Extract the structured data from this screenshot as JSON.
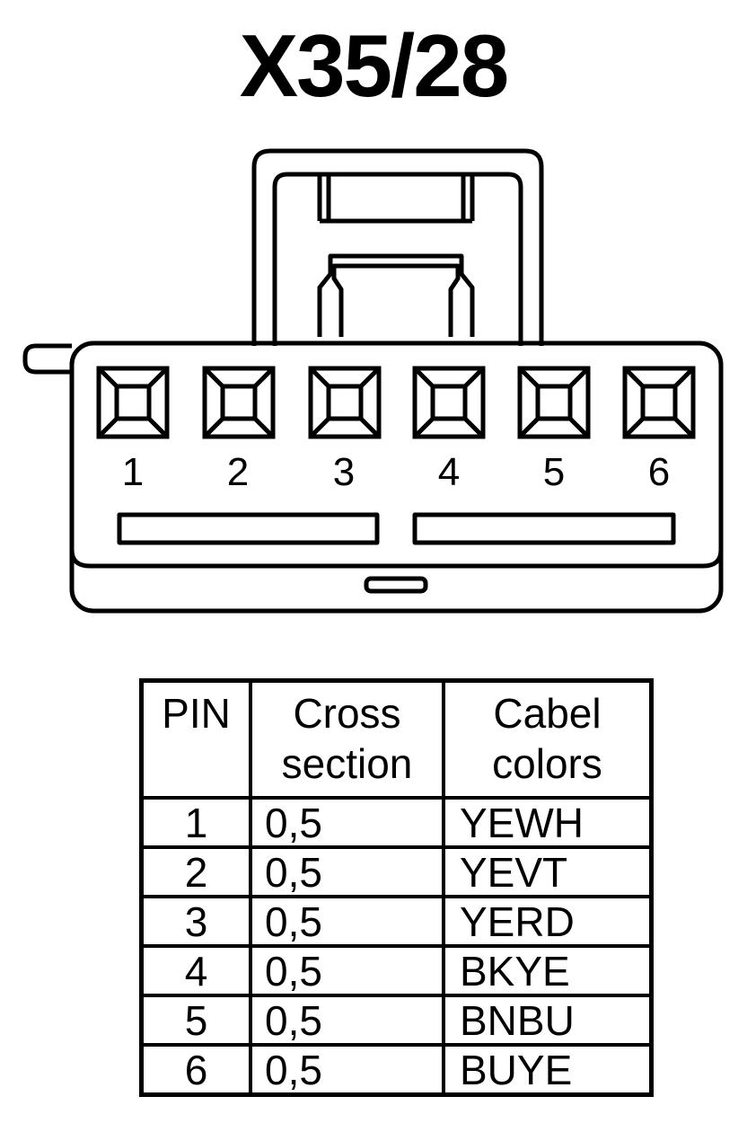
{
  "title": "X35/28",
  "pins": [
    "1",
    "2",
    "3",
    "4",
    "5",
    "6"
  ],
  "table": {
    "headers": {
      "pin": "PIN",
      "cross_line1": "Cross",
      "cross_line2": "section",
      "colors_line1": "Cabel",
      "colors_line2": "colors"
    },
    "rows": [
      {
        "pin": "1",
        "cross": "0,5",
        "color": "YEWH"
      },
      {
        "pin": "2",
        "cross": "0,5",
        "color": "YEVT"
      },
      {
        "pin": "3",
        "cross": "0,5",
        "color": "YERD"
      },
      {
        "pin": "4",
        "cross": "0,5",
        "color": "BKYE"
      },
      {
        "pin": "5",
        "cross": "0,5",
        "color": "BNBU"
      },
      {
        "pin": "6",
        "cross": "0,5",
        "color": "BUYE"
      }
    ]
  }
}
